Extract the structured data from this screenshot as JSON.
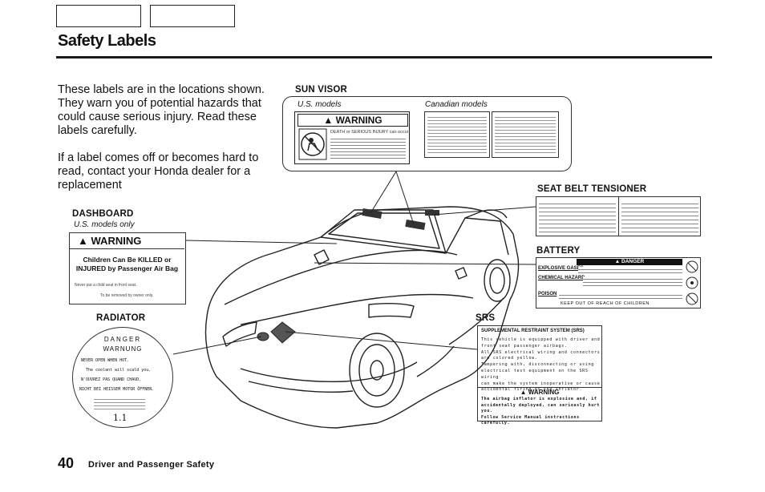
{
  "page": {
    "title": "Safety Labels",
    "intro": [
      "These labels are in the locations shown. They warn you of potential hazards that could cause serious injury. Read these labels carefully.",
      "If a label comes off or becomes hard to read, contact your Honda dealer for a replacement"
    ],
    "footer": {
      "page_number": "40",
      "section": "Driver and Passenger Safety"
    }
  },
  "sun_visor": {
    "heading": "SUN VISOR",
    "us_caption": "U.S. models",
    "ca_caption": "Canadian models",
    "warning_title": "WARNING",
    "warning_lead": "DEATH or SERIOUS INJURY can occur"
  },
  "dashboard": {
    "heading": "DASHBOARD",
    "sub": "U.S. models only",
    "warning_title": "WARNING",
    "line1": "Children Can Be KILLED or",
    "line2": "INJURED by Passenger Air Bag",
    "line3": "Never put a child seat in front seat.",
    "line4": "To be removed by owner only."
  },
  "seat_belt": {
    "heading": "SEAT BELT TENSIONER"
  },
  "battery": {
    "heading": "BATTERY",
    "danger": "DANGER",
    "explosive": "EXPLOSIVE GASES",
    "chemical": "CHEMICAL HAZARD",
    "poison": "POISON",
    "keep_out": "KEEP OUT OF REACH OF CHILDREN"
  },
  "radiator": {
    "heading": "RADIATOR",
    "danger": "DANGER",
    "warnung": "WARNUNG",
    "l1": "NEVER OPEN WHEN HOT.",
    "l2": "The coolant will scald you.",
    "l3": "N'OUVREZ PAS QUAND CHAUD.",
    "l4": "NICHT BEI HEISSEM MOTOR ÖFFNEN.",
    "code": "1.1"
  },
  "srs": {
    "heading": "SRS",
    "title": "SUPPLEMENTAL RESTRAINT SYSTEM (SRS)",
    "body": [
      "This vehicle is equipped with driver and",
      "front seat passenger airbags.",
      "All SRS electrical wiring and connectors",
      "are colored yellow.",
      "Tampering with, disconnecting or using",
      "electrical test equipment on the SRS wiring",
      "can make the system inoperative or cause",
      "accidental firing of the inflator."
    ],
    "warning_title": "WARNING",
    "warning_body": [
      "The airbag inflator is explosive and, if",
      "accidentally deployed, can seriously hurt",
      "you.",
      "Follow Service Manual instructions carefully."
    ]
  }
}
